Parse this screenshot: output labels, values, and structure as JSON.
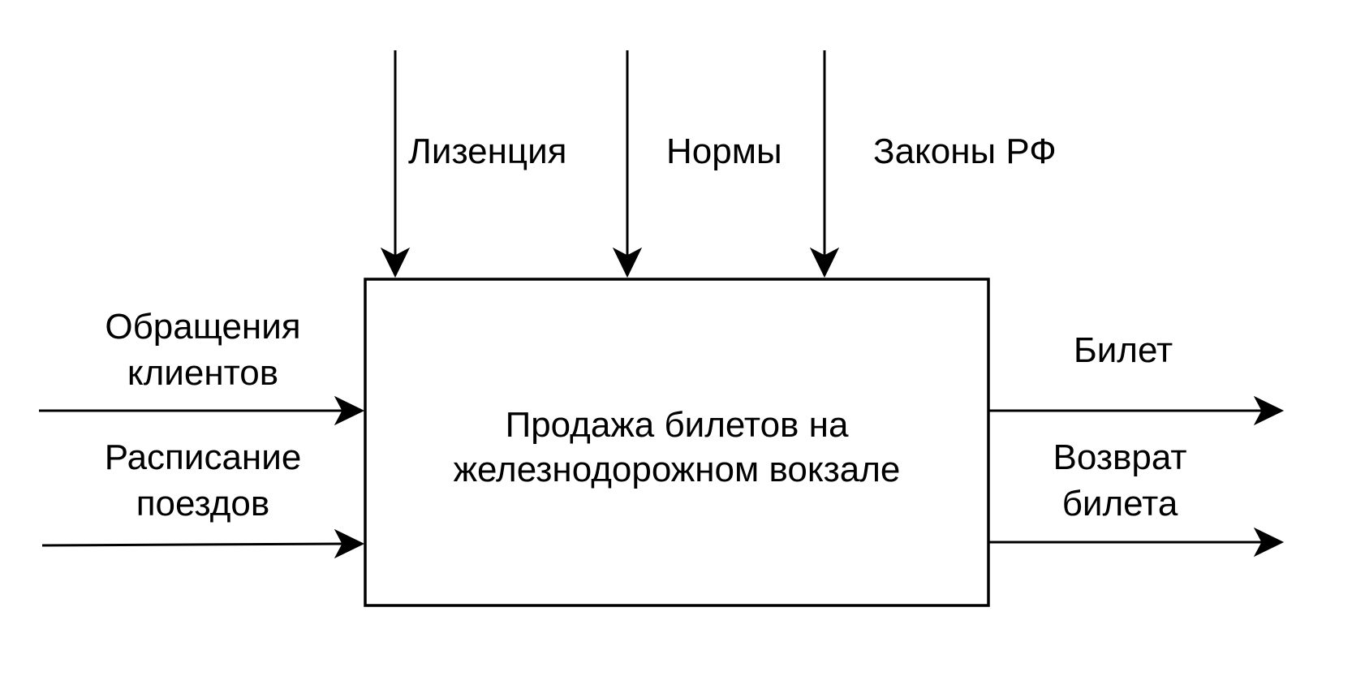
{
  "process": {
    "line1": "Продажа билетов на",
    "line2": "железнодорожном вокзале"
  },
  "controls": [
    {
      "label": "Лизенция"
    },
    {
      "label": "Нормы"
    },
    {
      "label": "Законы РФ"
    }
  ],
  "inputs": [
    {
      "line1": "Обращения",
      "line2": "клиентов"
    },
    {
      "line1": "Расписание",
      "line2": "поездов"
    }
  ],
  "outputs": [
    {
      "line1": "Билет",
      "line2": ""
    },
    {
      "line1": "Возврат",
      "line2": "билета"
    }
  ]
}
